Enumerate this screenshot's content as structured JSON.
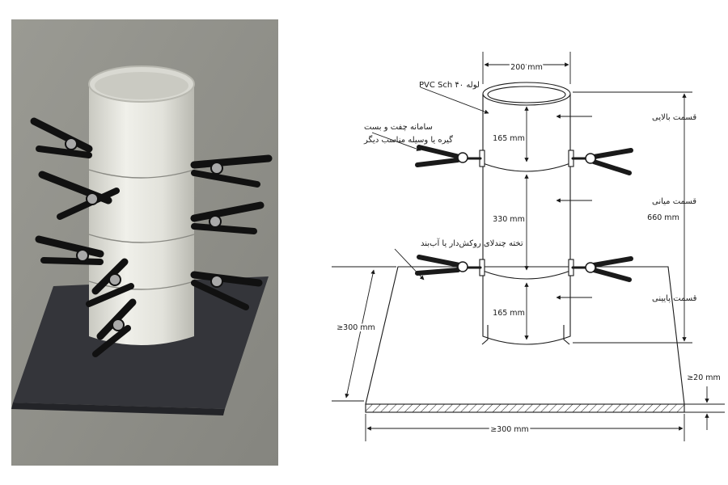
{
  "labels": {
    "pipe_width": "200 mm",
    "pipe_material": "لوله PVC Sch ۴۰",
    "clamp_line1": "سامانه چفت و بست",
    "clamp_line2": "گیره یا وسیله مناسب دیگر",
    "top_section": "قسمت بالایی",
    "middle_section": "قسمت میانی",
    "bottom_section": "قسمت پایینی",
    "base_board": "تخته چندلای روکش‌دار یا آب‌بند",
    "top_height": "165 mm",
    "middle_height": "330 mm",
    "bottom_height": "165 mm",
    "total_height": "660 mm",
    "board_depth": "≥300 mm",
    "board_thickness": "≥20 mm",
    "board_width": "≥300 mm"
  },
  "colors": {
    "line": "#1a1a1a",
    "pipe_photo": "#e6e6df",
    "floor": "#8d8d86",
    "plate": "#34353a"
  }
}
